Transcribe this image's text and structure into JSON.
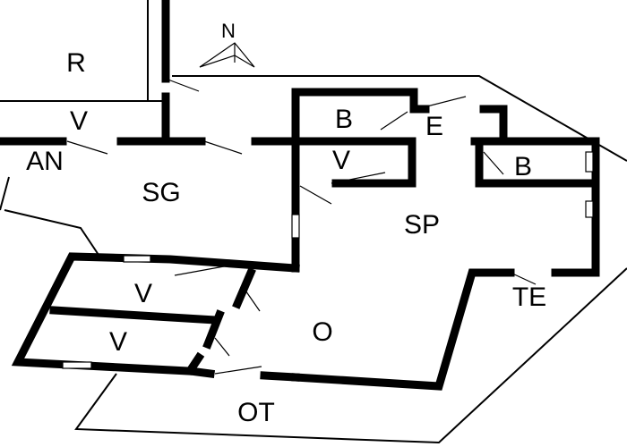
{
  "compass": {
    "label": "N"
  },
  "rooms": {
    "r": "R",
    "v_top": "V",
    "an": "AN",
    "sg": "SG",
    "b_left": "B",
    "e": "E",
    "v_mid": "V",
    "b_right": "B",
    "sp": "SP",
    "te": "TE",
    "v_lower1": "V",
    "v_lower2": "V",
    "o": "O",
    "ot": "OT"
  },
  "colors": {
    "wall": "#000000",
    "background": "#ffffff"
  }
}
